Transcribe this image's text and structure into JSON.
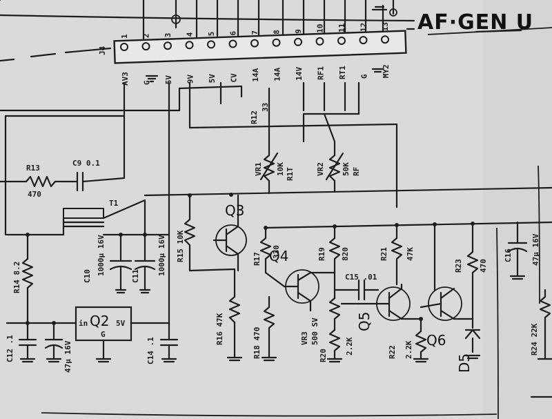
{
  "header": {
    "title": "AF·GEN U"
  },
  "connector": {
    "name": "J4",
    "pins": [
      {
        "n": "1",
        "sig": "AV3"
      },
      {
        "n": "2",
        "sig": "G"
      },
      {
        "n": "3",
        "sig": "5V"
      },
      {
        "n": "4",
        "sig": "9V"
      },
      {
        "n": "5",
        "sig": "5V"
      },
      {
        "n": "6",
        "sig": "CV"
      },
      {
        "n": "7",
        "sig": "14A"
      },
      {
        "n": "8",
        "sig": "14A"
      },
      {
        "n": "9",
        "sig": "14V"
      },
      {
        "n": "10",
        "sig": "RF1"
      },
      {
        "n": "11",
        "sig": "RT1"
      },
      {
        "n": "12",
        "sig": "G"
      },
      {
        "n": "13",
        "sig": "MY2"
      }
    ]
  },
  "components": {
    "r13": {
      "ref": "R13",
      "val": "470"
    },
    "c9": {
      "ref": "C9 0.1"
    },
    "t1": {
      "ref": "T1"
    },
    "r14": {
      "ref": "R14 8.2"
    },
    "c10": {
      "ref": "C10",
      "val": "1000μ 16V"
    },
    "c11": {
      "ref": "C11",
      "val": "1000μ 16V"
    },
    "r15": {
      "ref": "R15 10K"
    },
    "q3": {
      "ref": "Q3"
    },
    "q4": {
      "ref": "Q4"
    },
    "q2": {
      "ref": "Q2",
      "pin_in": "in",
      "pin_out": "5V",
      "pin_g": "G"
    },
    "vr1": {
      "ref": "VR1",
      "val": "10K",
      "sub": "R1T"
    },
    "vr2": {
      "ref": "VR2",
      "val": "50K",
      "sub": "RF"
    },
    "r12": {
      "ref": "R12",
      "val": "33"
    },
    "r17": {
      "ref": "R17",
      "val": "330"
    },
    "r19": {
      "ref": "R19",
      "val": "820"
    },
    "r21": {
      "ref": "R21",
      "val": "47K"
    },
    "r23": {
      "ref": "R23",
      "val": "470"
    },
    "c16": {
      "ref": "C16",
      "val": "47μ 16V"
    },
    "c15": {
      "ref": "C15 .01"
    },
    "r16": {
      "ref": "R16 47K"
    },
    "r18": {
      "ref": "R18 470"
    },
    "vr3": {
      "ref": "VR3",
      "val": "500 SV"
    },
    "r20": {
      "ref": "R20",
      "val": "2.2K"
    },
    "r22": {
      "ref": "R22",
      "val": "2.2K"
    },
    "q5": {
      "ref": "Q5"
    },
    "q6": {
      "ref": "Q6"
    },
    "d5": {
      "ref": "D5"
    },
    "r24": {
      "ref": "R24 22K"
    },
    "c12": {
      "ref": "C12 .1"
    },
    "c13": {
      "ref": "47μ 16V"
    },
    "c14": {
      "ref": "C14 .1"
    }
  }
}
